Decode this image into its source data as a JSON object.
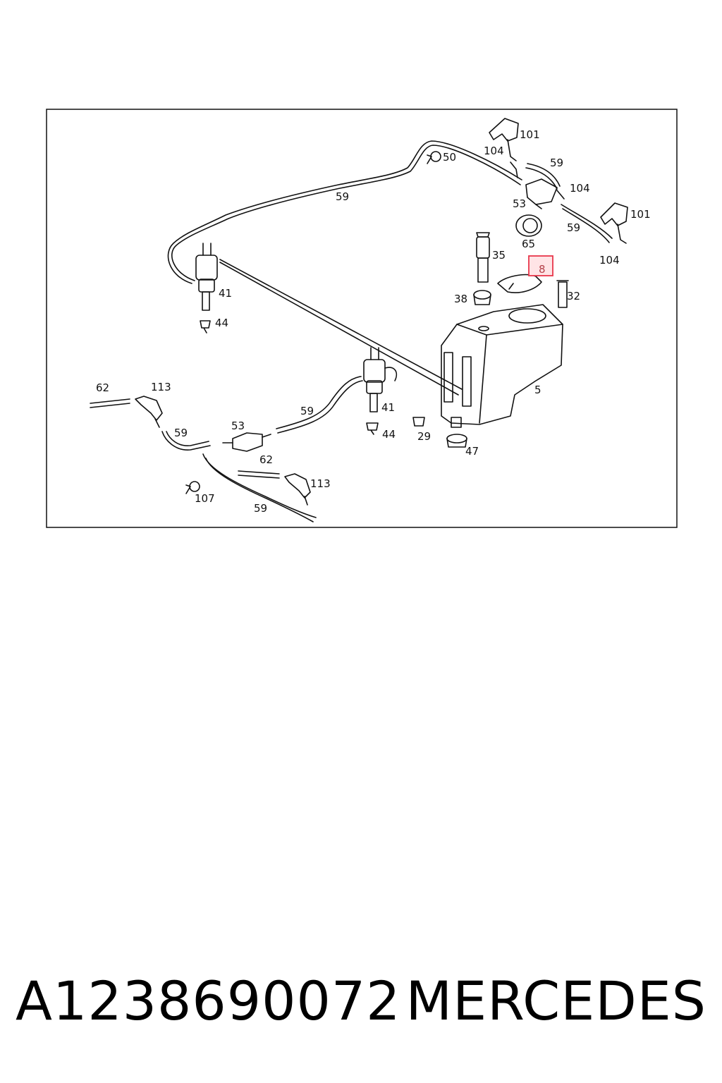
{
  "diagram": {
    "labels": {
      "l101a": "101",
      "l104a": "104",
      "l50": "50",
      "l59a": "59",
      "l104b": "104",
      "l59b": "59",
      "l53a": "53",
      "l101b": "101",
      "l59c": "59",
      "l65": "65",
      "l35": "35",
      "l104c": "104",
      "l8": "8",
      "l41a": "41",
      "l32": "32",
      "l38": "38",
      "l44a": "44",
      "l5": "5",
      "l62a": "62",
      "l113a": "113",
      "l59d": "59",
      "l41b": "41",
      "l53b": "53",
      "l59e": "59",
      "l44b": "44",
      "l29": "29",
      "l47": "47",
      "l62b": "62",
      "l113b": "113",
      "l107": "107",
      "l59f": "59"
    },
    "highlighted_part": "8",
    "highlight_color": "#e8364a"
  },
  "footer": {
    "part_number": "A1238690072",
    "brand": "MERCEDES"
  }
}
